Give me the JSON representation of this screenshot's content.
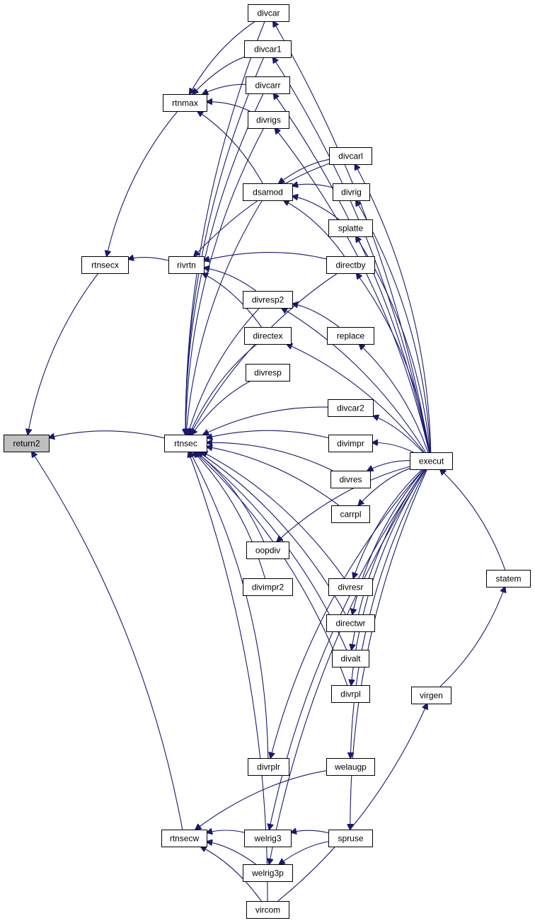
{
  "graph": {
    "root": "return2",
    "nodes": {
      "return2": "return2",
      "rtnsecx": "rtnsecx",
      "rtnsec": "rtnsec",
      "rtnsecw": "rtnsecw",
      "rtnmax": "rtnmax",
      "rivrtn": "rivrtn",
      "divcar": "divcar",
      "divcar1": "divcar1",
      "divcarr": "divcarr",
      "divrigs": "divrigs",
      "dsamod": "dsamod",
      "divcarl": "divcarl",
      "divrig": "divrig",
      "splatte": "splatte",
      "directby": "directby",
      "divresp2": "divresp2",
      "replace": "replace",
      "directex": "directex",
      "divresp": "divresp",
      "divcar2": "divcar2",
      "divimpr": "divimpr",
      "divres": "divres",
      "carrpl": "carrpl",
      "oopdiv": "oopdiv",
      "divimpr2": "divimpr2",
      "divresr": "divresr",
      "directwr": "directwr",
      "divalt": "divalt",
      "divrpl": "divrpl",
      "divrplr": "divrplr",
      "welaugp": "welaugp",
      "welrig3": "welrig3",
      "spruse": "spruse",
      "welrig3p": "welrig3p",
      "vircom": "vircom",
      "execut": "execut",
      "statem": "statem",
      "virgen": "virgen"
    },
    "edges": [
      [
        "rtnsecx",
        "return2"
      ],
      [
        "rtnsec",
        "return2"
      ],
      [
        "rtnsecw",
        "return2"
      ],
      [
        "rtnmax",
        "rtnsecx"
      ],
      [
        "rivrtn",
        "rtnsecx"
      ],
      [
        "divcar",
        "rtnmax"
      ],
      [
        "divcar1",
        "rtnmax"
      ],
      [
        "divcarr",
        "rtnmax"
      ],
      [
        "divrigs",
        "rtnmax"
      ],
      [
        "dsamod",
        "rtnmax"
      ],
      [
        "divcarl",
        "dsamod"
      ],
      [
        "divrig",
        "dsamod"
      ],
      [
        "splatte",
        "dsamod"
      ],
      [
        "directby",
        "dsamod"
      ],
      [
        "directby",
        "rivrtn"
      ],
      [
        "divcarl",
        "rivrtn"
      ],
      [
        "divresp2",
        "rivrtn"
      ],
      [
        "directex",
        "rivrtn"
      ],
      [
        "divcar",
        "rtnsec"
      ],
      [
        "divcar1",
        "rtnsec"
      ],
      [
        "divcarr",
        "rtnsec"
      ],
      [
        "divrigs",
        "rtnsec"
      ],
      [
        "dsamod",
        "rtnsec"
      ],
      [
        "directby",
        "rtnsec"
      ],
      [
        "divresp2",
        "rtnsec"
      ],
      [
        "directex",
        "rtnsec"
      ],
      [
        "divresp",
        "rtnsec"
      ],
      [
        "divcar2",
        "rtnsec"
      ],
      [
        "divimpr",
        "rtnsec"
      ],
      [
        "divres",
        "rtnsec"
      ],
      [
        "carrpl",
        "rtnsec"
      ],
      [
        "oopdiv",
        "rtnsec"
      ],
      [
        "divimpr2",
        "rtnsec"
      ],
      [
        "divresr",
        "rtnsec"
      ],
      [
        "directwr",
        "rtnsec"
      ],
      [
        "divalt",
        "rtnsec"
      ],
      [
        "divrpl",
        "rtnsec"
      ],
      [
        "divrplr",
        "rtnsec"
      ],
      [
        "vircom",
        "rtnsec"
      ],
      [
        "replace",
        "divresp2"
      ],
      [
        "welaugp",
        "rtnsecw"
      ],
      [
        "welrig3",
        "rtnsecw"
      ],
      [
        "welrig3p",
        "rtnsecw"
      ],
      [
        "vircom",
        "rtnsecw"
      ],
      [
        "spruse",
        "welrig3"
      ],
      [
        "spruse",
        "welrig3p"
      ],
      [
        "execut",
        "divcar"
      ],
      [
        "execut",
        "divcar1"
      ],
      [
        "execut",
        "divcarr"
      ],
      [
        "execut",
        "divrigs"
      ],
      [
        "execut",
        "divcarl"
      ],
      [
        "execut",
        "divrig"
      ],
      [
        "execut",
        "splatte"
      ],
      [
        "execut",
        "directby"
      ],
      [
        "execut",
        "divresp2"
      ],
      [
        "execut",
        "replace"
      ],
      [
        "execut",
        "directex"
      ],
      [
        "execut",
        "divcar2"
      ],
      [
        "execut",
        "divimpr"
      ],
      [
        "execut",
        "divres"
      ],
      [
        "execut",
        "carrpl"
      ],
      [
        "execut",
        "oopdiv"
      ],
      [
        "execut",
        "divresr"
      ],
      [
        "execut",
        "directwr"
      ],
      [
        "execut",
        "divalt"
      ],
      [
        "execut",
        "divrpl"
      ],
      [
        "execut",
        "divrplr"
      ],
      [
        "execut",
        "welaugp"
      ],
      [
        "execut",
        "welrig3"
      ],
      [
        "execut",
        "spruse"
      ],
      [
        "execut",
        "welrig3p"
      ],
      [
        "statem",
        "execut"
      ],
      [
        "virgen",
        "statem"
      ],
      [
        "vircom",
        "virgen"
      ]
    ]
  }
}
